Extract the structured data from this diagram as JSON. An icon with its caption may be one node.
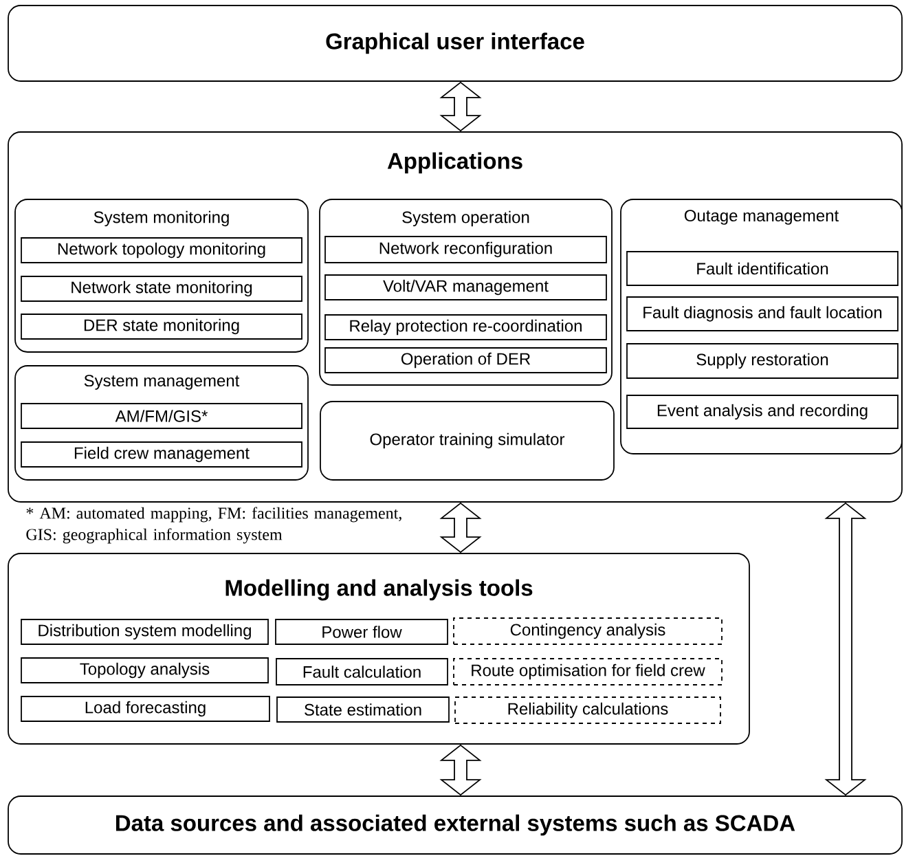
{
  "diagram": {
    "nodes": [
      {
        "text": [
          "Graphical user interface"
        ]
      },
      {
        "text": [
          "Applications"
        ]
      },
      {
        "text": [
          "System monitoring"
        ],
        "in": 1
      },
      {
        "text": [
          "Network topology monitoring"
        ],
        "in": 2
      },
      {
        "text": [
          "Network state monitoring"
        ],
        "in": 2
      },
      {
        "text": [
          "DER state monitoring"
        ],
        "in": 2
      },
      {
        "text": [
          "System management"
        ],
        "in": 1
      },
      {
        "text": [
          "AM/FM/GIS*"
        ],
        "in": 6
      },
      {
        "text": [
          "Field crew management"
        ],
        "in": 6
      },
      {
        "text": [
          "System operation"
        ],
        "in": 1
      },
      {
        "text": [
          "Network reconfiguration"
        ],
        "in": 9
      },
      {
        "text": [
          "Volt/VAR management"
        ],
        "in": 9
      },
      {
        "text": [
          "Relay protection re-coordination"
        ],
        "in": 9
      },
      {
        "text": [
          "Operation of DER"
        ],
        "in": 9
      },
      {
        "text": [
          "Operator training simulator"
        ],
        "in": 1
      },
      {
        "text": [
          "Outage management"
        ],
        "in": 1
      },
      {
        "text": [
          "Fault identification"
        ],
        "in": 15
      },
      {
        "text": [
          "Fault diagnosis and fault location"
        ],
        "in": 15
      },
      {
        "text": [
          "Supply restoration"
        ],
        "in": 15
      },
      {
        "text": [
          "Event analysis and recording"
        ],
        "in": 15
      },
      {
        "text": [
          "Modelling and analysis tools"
        ]
      },
      {
        "text": [
          "Distribution system modelling"
        ],
        "in": 20
      },
      {
        "text": [
          "Power flow"
        ],
        "in": 20
      },
      {
        "text": [
          "Contingency analysis"
        ],
        "in": 20
      },
      {
        "text": [
          "Topology analysis"
        ],
        "in": 20
      },
      {
        "text": [
          "Fault calculation"
        ],
        "in": 20
      },
      {
        "text": [
          "Route optimisation for field crew"
        ],
        "in": 20
      },
      {
        "text": [
          "Load forecasting"
        ],
        "in": 20
      },
      {
        "text": [
          "State estimation"
        ],
        "in": 20
      },
      {
        "text": [
          "Reliability calculations"
        ],
        "in": 20
      },
      {
        "text": [
          "Data sources and associated external systems such as SCADA"
        ]
      }
    ],
    "edges": [
      {
        "from": 0,
        "to": 1,
        "arrow": "both"
      },
      {
        "from": 1,
        "to": 20,
        "arrow": "both"
      },
      {
        "from": 20,
        "to": 30,
        "arrow": "both"
      },
      {
        "from": 1,
        "to": 30,
        "arrow": "both"
      }
    ],
    "labels": [
      "* AM: automated mapping, FM: facilities management, GIS: geographical information system"
    ]
  }
}
